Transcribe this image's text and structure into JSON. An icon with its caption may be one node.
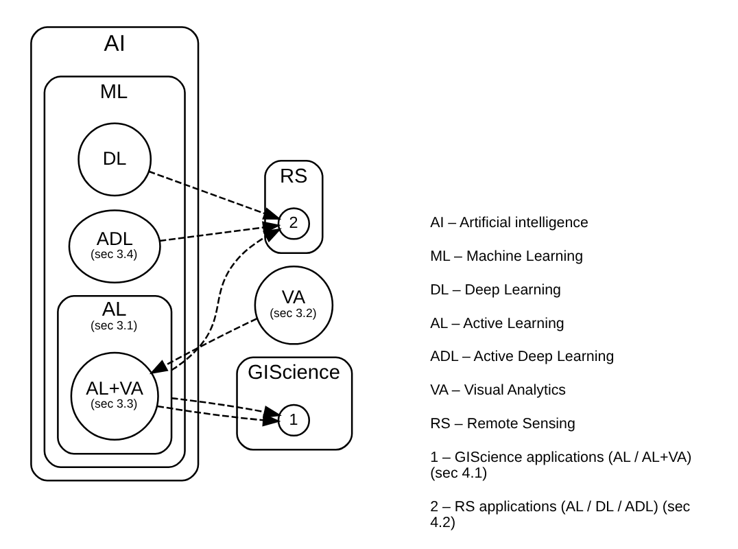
{
  "diagram": {
    "nodes": [
      {
        "text": [
          "AI"
        ]
      },
      {
        "text": [
          "ML"
        ],
        "in": 0
      },
      {
        "text": [
          "DL"
        ],
        "in": 1
      },
      {
        "text": [
          "ADL",
          "(sec 3.4)"
        ],
        "in": 1
      },
      {
        "text": [
          "AL",
          "(sec 3.1)"
        ],
        "in": 1
      },
      {
        "text": [
          "AL+VA",
          "(sec 3.3)"
        ],
        "in": 4
      },
      {
        "text": [
          "VA",
          "(sec 3.2)"
        ]
      },
      {
        "text": [
          "GIScience"
        ]
      },
      {
        "text": [
          "1"
        ],
        "in": 7
      },
      {
        "text": [
          "RS"
        ]
      },
      {
        "text": [
          "2"
        ],
        "in": 9
      }
    ],
    "edges": [
      {
        "from": 6,
        "to": 5,
        "arrow": "to",
        "style": "dashed"
      },
      {
        "from": 5,
        "to": 8,
        "arrow": "to",
        "style": "dashed"
      },
      {
        "from": 4,
        "to": 8,
        "arrow": "to",
        "style": "dashed"
      },
      {
        "from": 2,
        "to": 10,
        "arrow": "to",
        "style": "dashed"
      },
      {
        "from": 3,
        "to": 10,
        "arrow": "to",
        "style": "dashed"
      },
      {
        "from": 4,
        "to": 10,
        "arrow": "to",
        "style": "dashed"
      }
    ],
    "labels": [
      "AI – Artificial intelligence",
      "ML – Machine Learning",
      "DL – Deep Learning",
      "AL – Active Learning",
      "ADL – Active Deep Learning",
      "VA – Visual Analytics",
      "RS – Remote Sensing",
      "1 – GIScience applications (AL / AL+VA) (sec 4.1)",
      "2 – RS applications (AL / DL / ADL) (sec 4.2)"
    ]
  }
}
